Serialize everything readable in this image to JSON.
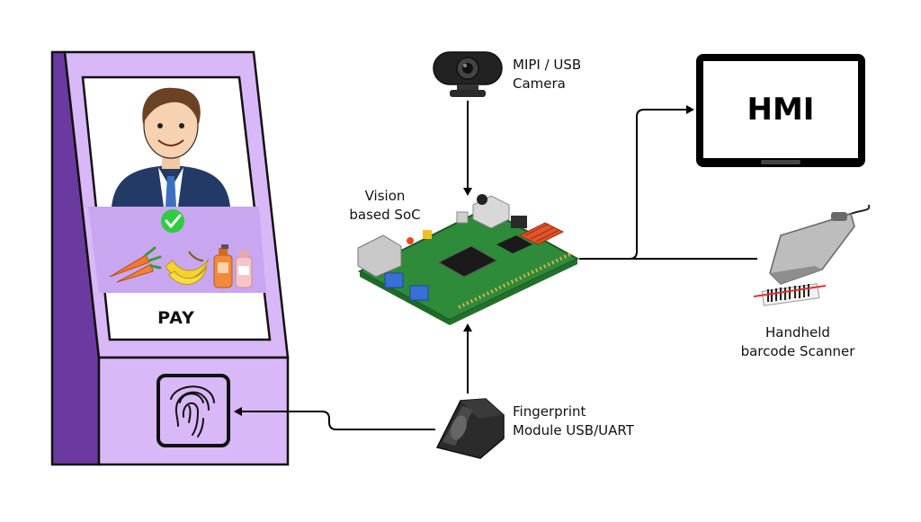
{
  "kiosk": {
    "pay_label": "PAY",
    "status_icon": "check-circle-icon",
    "products": [
      "carrot-icon",
      "banana-icon",
      "shampoo-bottle-icon",
      "lotion-bottle-icon"
    ],
    "body_color": "#d9b8f8",
    "side_color": "#6b3aa0",
    "panel_color": "#c9a6f0"
  },
  "labels": {
    "camera": [
      "MIPI / USB",
      "Camera"
    ],
    "soc": [
      "Vision",
      "based SoC"
    ],
    "hmi": "HMI",
    "scanner": [
      "Handheld",
      "barcode Scanner"
    ],
    "fingerprint": [
      "Fingerprint",
      "Module USB/UART"
    ]
  },
  "colors": {
    "check_green": "#2ecc40",
    "board_green": "#2e8b3a",
    "arrow": "#000000"
  }
}
